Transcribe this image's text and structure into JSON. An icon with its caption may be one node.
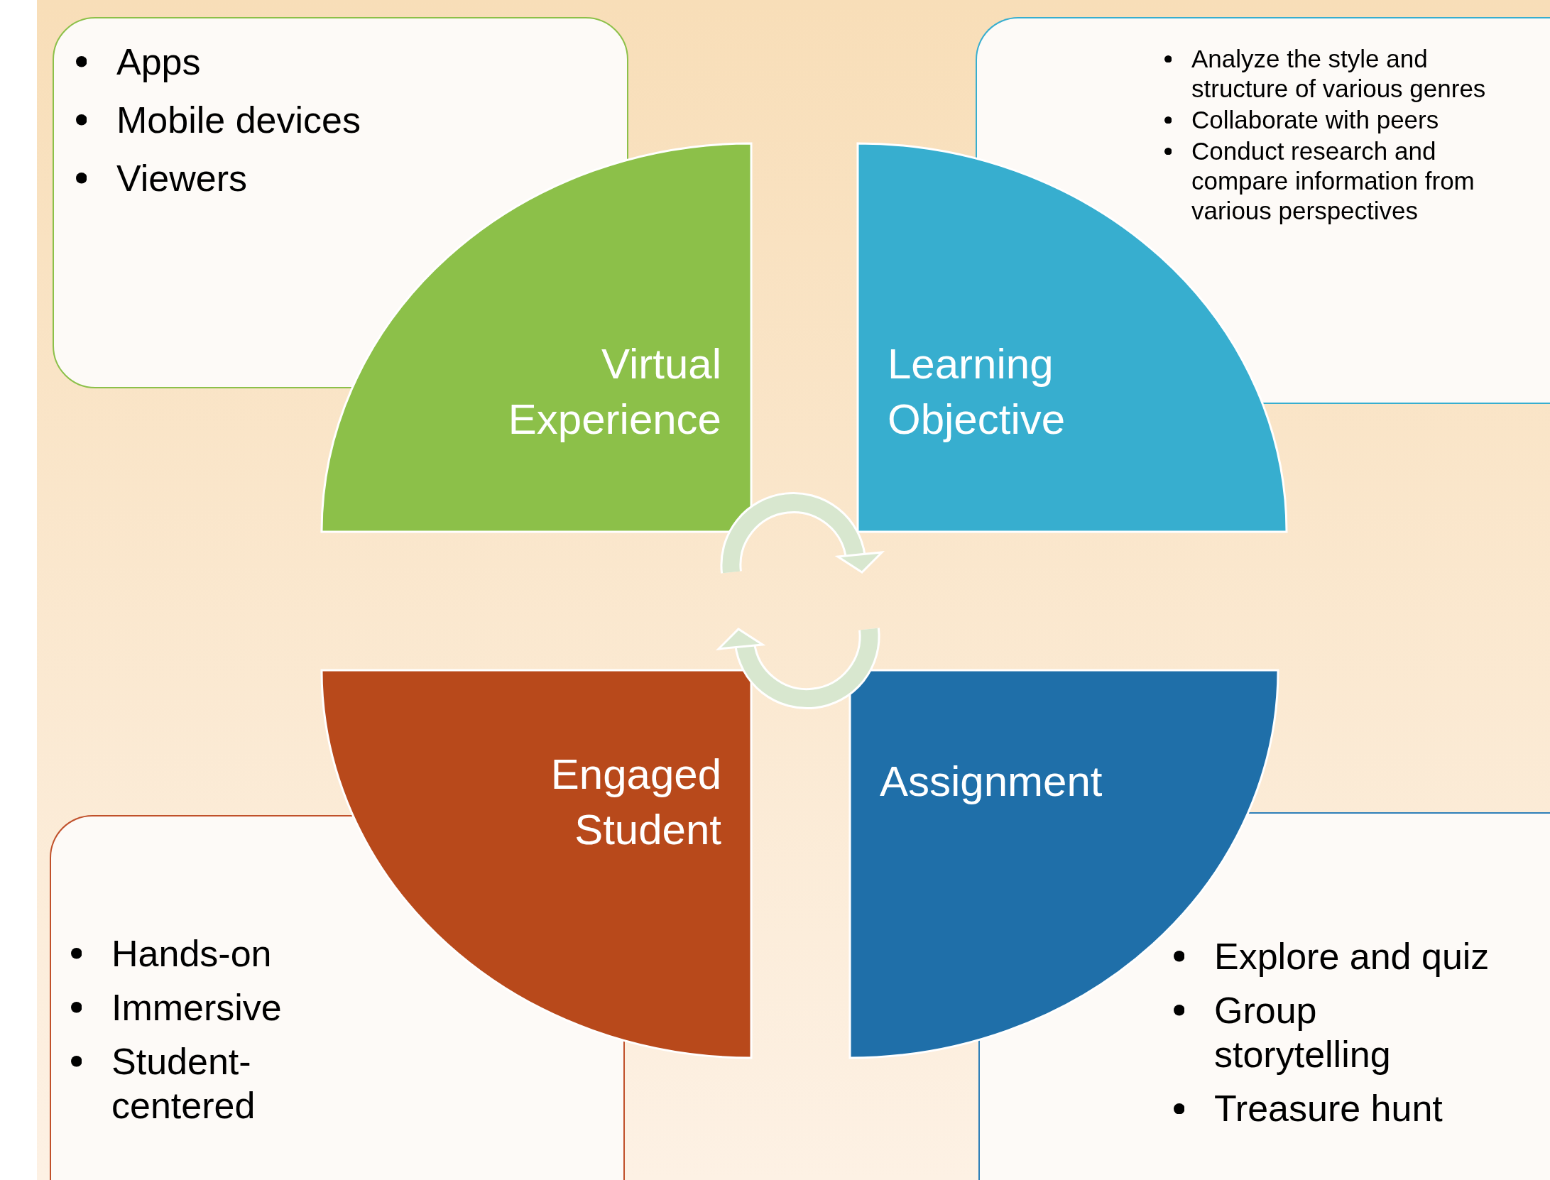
{
  "diagram": {
    "nodes": [
      {
        "text": [
          "Apps",
          "Mobile devices",
          "Viewers"
        ]
      },
      {
        "text": [
          "Analyze the style and structure of various genres",
          "Collaborate with peers",
          "Conduct research and compare information from various perspectives"
        ]
      },
      {
        "text": [
          "Virtual Experience"
        ]
      },
      {
        "text": [
          "Learning Objective"
        ]
      },
      {
        "text": [
          "Engaged Student"
        ]
      },
      {
        "text": [
          "Assignment"
        ]
      },
      {
        "text": [
          "Hands-on",
          "Immersive",
          "Student-centered"
        ]
      },
      {
        "text": [
          "Explore and quiz",
          "Group storytelling",
          "Treasure hunt"
        ]
      }
    ]
  }
}
